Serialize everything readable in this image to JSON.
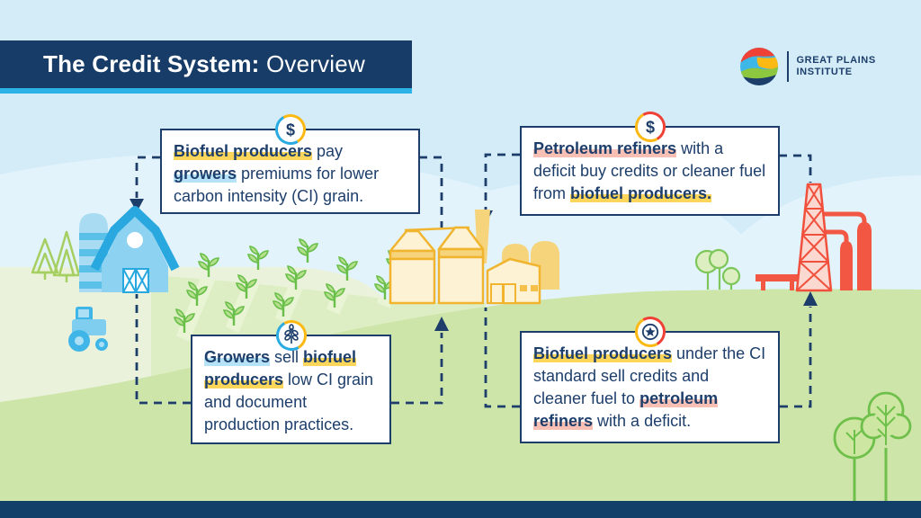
{
  "header": {
    "title_bold": "The Credit System:",
    "title_regular": " Overview"
  },
  "logo": {
    "name_line1": "GREAT PLAINS",
    "name_line2": "INSTITUTE"
  },
  "palette": {
    "navy": "#1d3e6b",
    "title_bar": "#173c68",
    "accent_blue": "#2bb2e6",
    "sky": "#d3ecf8",
    "field_green": "#cee5a9",
    "highlight_yellow": "#fbd65a",
    "highlight_blue": "#b5e2f6",
    "highlight_pink": "#f8c0b4",
    "barn_blue": "#29a8e0",
    "plant_yellow": "#f0b42f",
    "refinery_red": "#f0503c"
  },
  "boxes": [
    {
      "name": "biofuel-pays-growers",
      "icon": "dollar-icon",
      "icon_glyph": "$",
      "ring_left": "#29abe2",
      "ring_right": "#fdb913",
      "segments": [
        {
          "text": "Biofuel producers",
          "bold": true,
          "highlight": "yellow"
        },
        {
          "text": " pay ",
          "bold": false
        },
        {
          "text": "growers",
          "bold": true,
          "highlight": "blue"
        },
        {
          "text": " premiums for lower carbon intensity (CI) grain.",
          "bold": false
        }
      ]
    },
    {
      "name": "refiners-buy-credits",
      "icon": "dollar-icon",
      "icon_glyph": "$",
      "ring_left": "#fdb913",
      "ring_right": "#ef4136",
      "segments": [
        {
          "text": "Petroleum refiners",
          "bold": true,
          "highlight": "pink"
        },
        {
          "text": " with a deficit buy credits or cleaner fuel from ",
          "bold": false
        },
        {
          "text": "biofuel producers.",
          "bold": true,
          "highlight": "yellow"
        }
      ]
    },
    {
      "name": "growers-sell-grain",
      "icon": "wheat-icon",
      "icon_glyph": "",
      "ring_left": "#29abe2",
      "ring_right": "#fdb913",
      "segments": [
        {
          "text": "Growers",
          "bold": true,
          "highlight": "blue"
        },
        {
          "text": " sell ",
          "bold": false
        },
        {
          "text": "biofuel producers",
          "bold": true,
          "highlight": "yellow"
        },
        {
          "text": " low CI grain and document production practices.",
          "bold": false
        }
      ]
    },
    {
      "name": "producers-sell-credits",
      "icon": "credit-star-icon",
      "icon_glyph": "",
      "ring_left": "#fdb913",
      "ring_right": "#ef4136",
      "segments": [
        {
          "text": "Biofuel producers",
          "bold": true,
          "highlight": "yellow"
        },
        {
          "text": " under the CI standard sell credits and cleaner fuel to ",
          "bold": false
        },
        {
          "text": "petroleum refiners",
          "bold": true,
          "highlight": "pink"
        },
        {
          "text": " with a deficit.",
          "bold": false
        }
      ]
    }
  ]
}
